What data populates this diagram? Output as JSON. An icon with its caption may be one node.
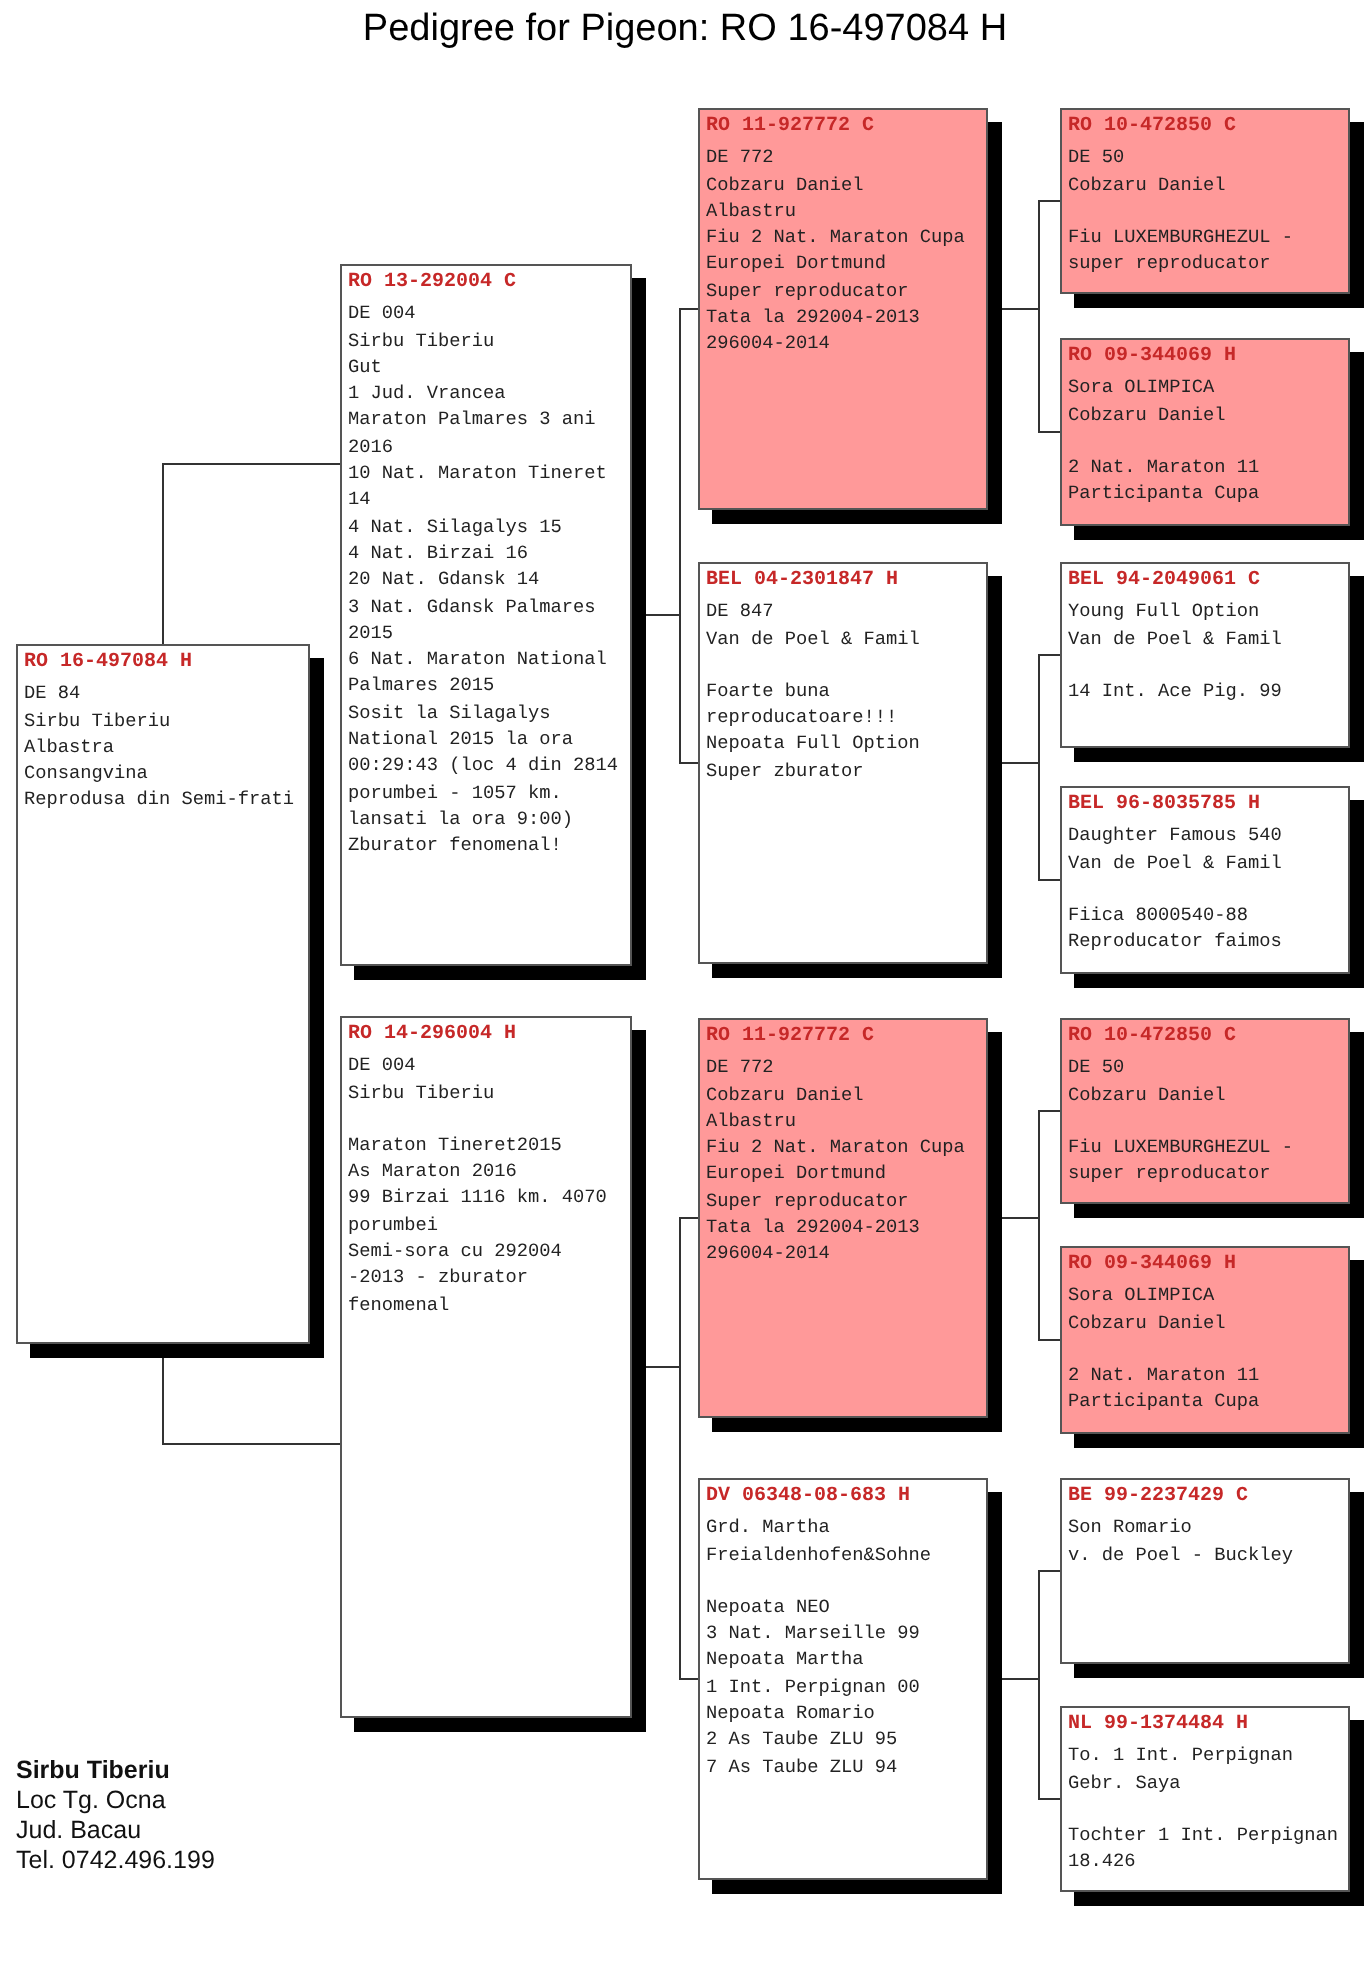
{
  "diagram": {
    "title": "Pedigree for Pigeon: RO 16-497084 H",
    "nodes": [
      {
        "text": [
          "RO 16-497084 H",
          "DE 84",
          "Sirbu Tiberiu",
          "Albastra",
          "Consangvina",
          "Reprodusa din Semi-frati"
        ]
      },
      {
        "text": [
          "RO 13-292004 C",
          "DE 004",
          "Sirbu Tiberiu",
          "Gut",
          "1 Jud. Vrancea",
          "Maraton Palmares 3 ani 2016",
          "10 Nat. Maraton Tineret 14",
          "4 Nat. Silagalys 15",
          "4 Nat. Birzai 16",
          "20 Nat. Gdansk 14",
          "3 Nat. Gdansk Palmares 2015",
          "6 Nat. Maraton National Palmares 2015",
          "Sosit la Silagalys National 2015 la ora 00:29:43 (loc 4 din 2814 porumbei - 1057 km. lansati la ora 9:00)",
          "Zburator fenomenal!"
        ]
      },
      {
        "text": [
          "RO 14-296004 H",
          "DE 004",
          "Sirbu Tiberiu",
          "Maraton Tineret2015",
          "As Maraton 2016",
          "99 Birzai 1116 km. 4070 porumbei",
          "Semi-sora cu 292004 -2013 - zburator fenomenal"
        ]
      },
      {
        "text": [
          "RO 11-927772 C",
          "DE 772",
          "Cobzaru Daniel",
          "Albastru",
          "Fiu 2 Nat. Maraton Cupa Europei Dortmund",
          "Super reproducator",
          "Tata la 292004-2013 296004-2014"
        ]
      },
      {
        "text": [
          "BEL 04-2301847 H",
          "DE 847",
          "Van de Poel & Famil",
          "Foarte buna reproducatoare!!!",
          "Nepoata Full Option",
          "Super zburator"
        ]
      },
      {
        "text": [
          "RO 11-927772 C",
          "DE 772",
          "Cobzaru Daniel",
          "Albastru",
          "Fiu 2 Nat. Maraton Cupa Europei Dortmund",
          "Super reproducator",
          "Tata la 292004-2013 296004-2014"
        ]
      },
      {
        "text": [
          "DV 06348-08-683 H",
          "Grd. Martha",
          "Freialdenhofen&Sohne",
          "Nepoata NEO",
          "3 Nat. Marseille 99",
          "Nepoata Martha",
          "1 Int. Perpignan 00",
          "Nepoata Romario",
          "2 As Taube ZLU 95",
          "7 As Taube ZLU 94"
        ]
      },
      {
        "text": [
          "RO 10-472850 C",
          "DE 50",
          "Cobzaru Daniel",
          "Fiu LUXEMBURGHEZUL - super reproducator"
        ]
      },
      {
        "text": [
          "RO 09-344069 H",
          "Sora OLIMPICA",
          "Cobzaru Daniel",
          "2 Nat. Maraton 11",
          "Participanta Cupa"
        ]
      },
      {
        "text": [
          "BEL 94-2049061 C",
          "Young Full Option",
          "Van de Poel & Famil",
          "14 Int. Ace Pig. 99"
        ]
      },
      {
        "text": [
          "BEL 96-8035785 H",
          "Daughter Famous 540",
          "Van de Poel & Famil",
          "Fiica 8000540-88",
          "Reproducator faimos"
        ]
      },
      {
        "text": [
          "RO 10-472850 C",
          "DE 50",
          "Cobzaru Daniel",
          "Fiu LUXEMBURGHEZUL - super reproducator"
        ]
      },
      {
        "text": [
          "RO 09-344069 H",
          "Sora OLIMPICA",
          "Cobzaru Daniel",
          "2 Nat. Maraton 11",
          "Participanta Cupa"
        ]
      },
      {
        "text": [
          "BE 99-2237429 C",
          "Son Romario",
          "v. de Poel - Buckley"
        ]
      },
      {
        "text": [
          "NL 99-1374484 H",
          "To. 1 Int. Perpignan",
          "Gebr. Saya",
          "Tochter 1 Int. Perpignan 18.426"
        ]
      }
    ],
    "edges": [
      {
        "from": 0,
        "to": 1,
        "arrow": "none"
      },
      {
        "from": 0,
        "to": 2,
        "arrow": "none"
      },
      {
        "from": 1,
        "to": 3,
        "arrow": "none"
      },
      {
        "from": 1,
        "to": 4,
        "arrow": "none"
      },
      {
        "from": 2,
        "to": 5,
        "arrow": "none"
      },
      {
        "from": 2,
        "to": 6,
        "arrow": "none"
      },
      {
        "from": 3,
        "to": 7,
        "arrow": "none"
      },
      {
        "from": 3,
        "to": 8,
        "arrow": "none"
      },
      {
        "from": 4,
        "to": 9,
        "arrow": "none"
      },
      {
        "from": 4,
        "to": 10,
        "arrow": "none"
      },
      {
        "from": 5,
        "to": 11,
        "arrow": "none"
      },
      {
        "from": 5,
        "to": 12,
        "arrow": "none"
      },
      {
        "from": 6,
        "to": 13,
        "arrow": "none"
      },
      {
        "from": 6,
        "to": 14,
        "arrow": "none"
      }
    ],
    "labels": [
      "Sirbu Tiberiu",
      "Loc Tg. Ocna",
      "Jud. Bacau",
      "Tel. 0742.496.199"
    ]
  }
}
